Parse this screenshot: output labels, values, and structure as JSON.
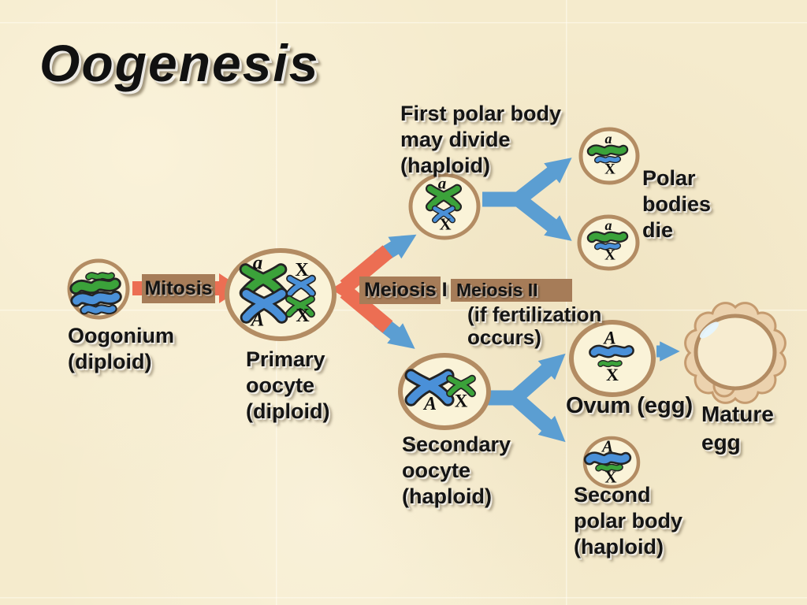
{
  "title": "Oogenesis",
  "stages": {
    "mitosis": "Mitosis",
    "meiosis_1": "Meiosis I",
    "meiosis_2": "Meiosis II",
    "fertilization_note_line1": "(if fertilization",
    "fertilization_note_line2": "occurs)"
  },
  "labels": {
    "oogonium": {
      "line1": "Oogonium",
      "line2": "(diploid)"
    },
    "primary_oocyte": {
      "line1": "Primary",
      "line2": "oocyte",
      "line3": "(diploid)"
    },
    "first_polar_body": {
      "line1": "First polar body",
      "line2": "may divide",
      "line3": "(haploid)"
    },
    "polar_bodies_die": {
      "line1": "Polar",
      "line2": "bodies",
      "line3": "die"
    },
    "secondary_oocyte": {
      "line1": "Secondary",
      "line2": "oocyte",
      "line3": "(haploid)"
    },
    "ovum": "Ovum (egg)",
    "mature_egg": {
      "line1": "Mature",
      "line2": "egg"
    },
    "second_polar_body": {
      "line1": "Second",
      "line2": "polar body",
      "line3": "(haploid)"
    }
  },
  "cell_letters": {
    "primary_oocyte": {
      "top_left": "a",
      "top_right": "X",
      "bottom_left": "A",
      "bottom_right": "X"
    },
    "first_polar_body": {
      "top": "a",
      "bottom": "X"
    },
    "polar_body_top": {
      "top": "a",
      "bottom": "X"
    },
    "polar_body_bottom": {
      "top": "a",
      "bottom": "X"
    },
    "secondary_oocyte": {
      "left": "A",
      "right": "X"
    },
    "ovum": {
      "top": "A",
      "bottom": "X"
    },
    "second_polar_body": {
      "top": "A",
      "bottom": "X"
    }
  },
  "colors": {
    "background": "#f5ebcd",
    "cell_fill": "#faf3d8",
    "cell_border": "#b38c63",
    "arrow_blue": "#5b9ed2",
    "arrow_orange": "#ec6e53",
    "stage_bar_brown": "#a67c58",
    "chromosome_green": "#3ba23a",
    "chromosome_blue": "#4a90d8",
    "text": "#141414"
  }
}
